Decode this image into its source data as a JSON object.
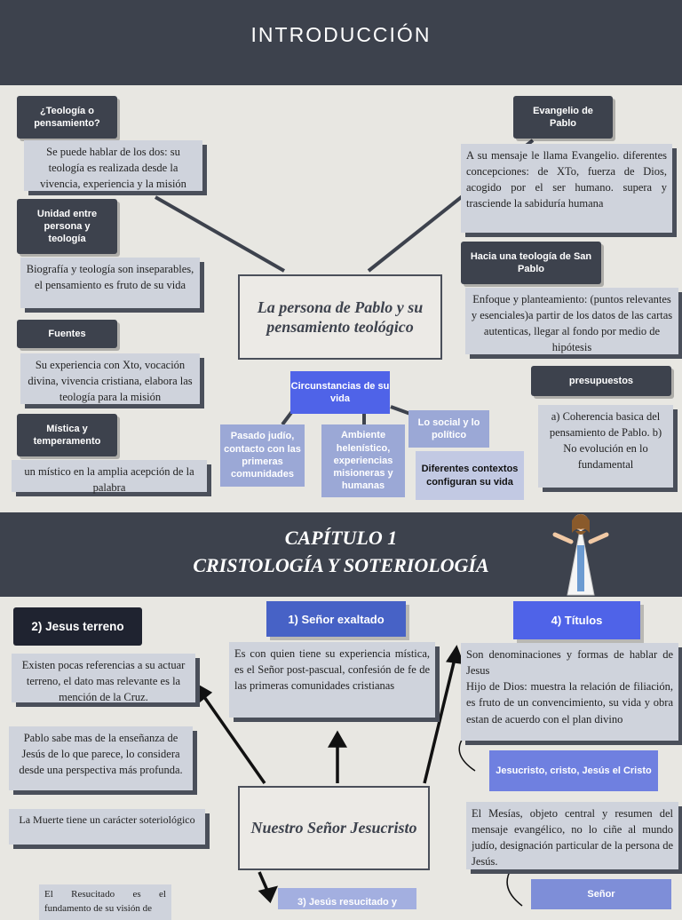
{
  "intro": {
    "title": "INTRODUCCIÓN",
    "center": "La persona de Pablo y su pensamiento teológico",
    "q1": "¿Teología o pensamiento?",
    "q1_text": "Se puede hablar de los dos: su teología es realizada desde la vivencia, experiencia y la misión",
    "unidad": "Unidad entre persona y teología",
    "unidad_text": "Biografía y teología son inseparables, el pensamiento es fruto de su vida",
    "fuentes": "Fuentes",
    "fuentes_text": "Su experiencia con Xto, vocación divina, vivencia cristiana, elabora las teología para la misión",
    "mistica": "Mística y temperamento",
    "mistica_text": "un místico en la amplia acepción de la palabra",
    "evangelio": "Evangelio de Pablo",
    "evangelio_text": "A su mensaje le llama Evangelio. diferentes concepciones: de XTo, fuerza de Dios, acogido por el ser humano. supera y trasciende la sabiduría humana",
    "hacia": "Hacia una teología de San Pablo",
    "hacia_text": "Enfoque y planteamiento: (puntos relevantes y esenciales)a partir de los datos de las cartas autenticas, llegar al fondo por medio de hipótesis",
    "presupuestos": "presupuestos",
    "presupuestos_text": "a) Coherencia basica del pensamiento de Pablo. b) No evolución en lo fundamental",
    "circ": "Circunstancias de su vida",
    "pasado": "Pasado judío, contacto con las primeras comunidades",
    "ambiente": "Ambiente helenístico, experiencias misioneras y humanas",
    "social": "Lo social y lo político",
    "diferentes": "Diferentes contextos configuran su vida"
  },
  "chapter": {
    "line1": "CAPÍTULO 1",
    "line2": "CRISTOLOGÍA Y SOTERIOLOGÍA",
    "center": "Nuestro Señor Jesucristo",
    "jesus_terreno": "2) Jesus terreno",
    "jt_text1": "Existen pocas referencias a su actuar terreno, el dato mas relevante es la mención de la Cruz.",
    "jt_text2": "Pablo sabe mas de la enseñanza de Jesús de lo que parece, lo considera desde una perspectiva más profunda.",
    "jt_text3": "La Muerte tiene un carácter soteriológico",
    "jt_text4": "El Resucitado es el fundamento de su visión de",
    "senor_exaltado": "1) Señor exaltado",
    "se_text": "Es con quien tiene su experiencia mística, es el Señor post-pascual, confesión de fe de las primeras comunidades cristianas",
    "titulos": "4) Títulos",
    "tit_text": "Son denominaciones y formas de hablar de Jesus\nHijo de Dios: muestra la relación de filiación, es fruto de un convencimiento, su vida y obra estan de acuerdo con el plan divino",
    "jesucristo": "Jesucristo, cristo, Jesús el Cristo",
    "mesias_text": "El Mesías, objeto central y resumen del mensaje evangélico, no lo ciñe al mundo judío, designación particular de la persona de Jesús.",
    "senor": "Señor",
    "resucitado": "3) Jesús resucitado y"
  },
  "colors": {
    "band": "#3d424d",
    "accent": "#4f63e8",
    "light_accent": "#9ba8d6",
    "box": "#cfd3dc",
    "bg": "#e8e7e2"
  },
  "icons": [
    "jesus-figure-icon"
  ]
}
